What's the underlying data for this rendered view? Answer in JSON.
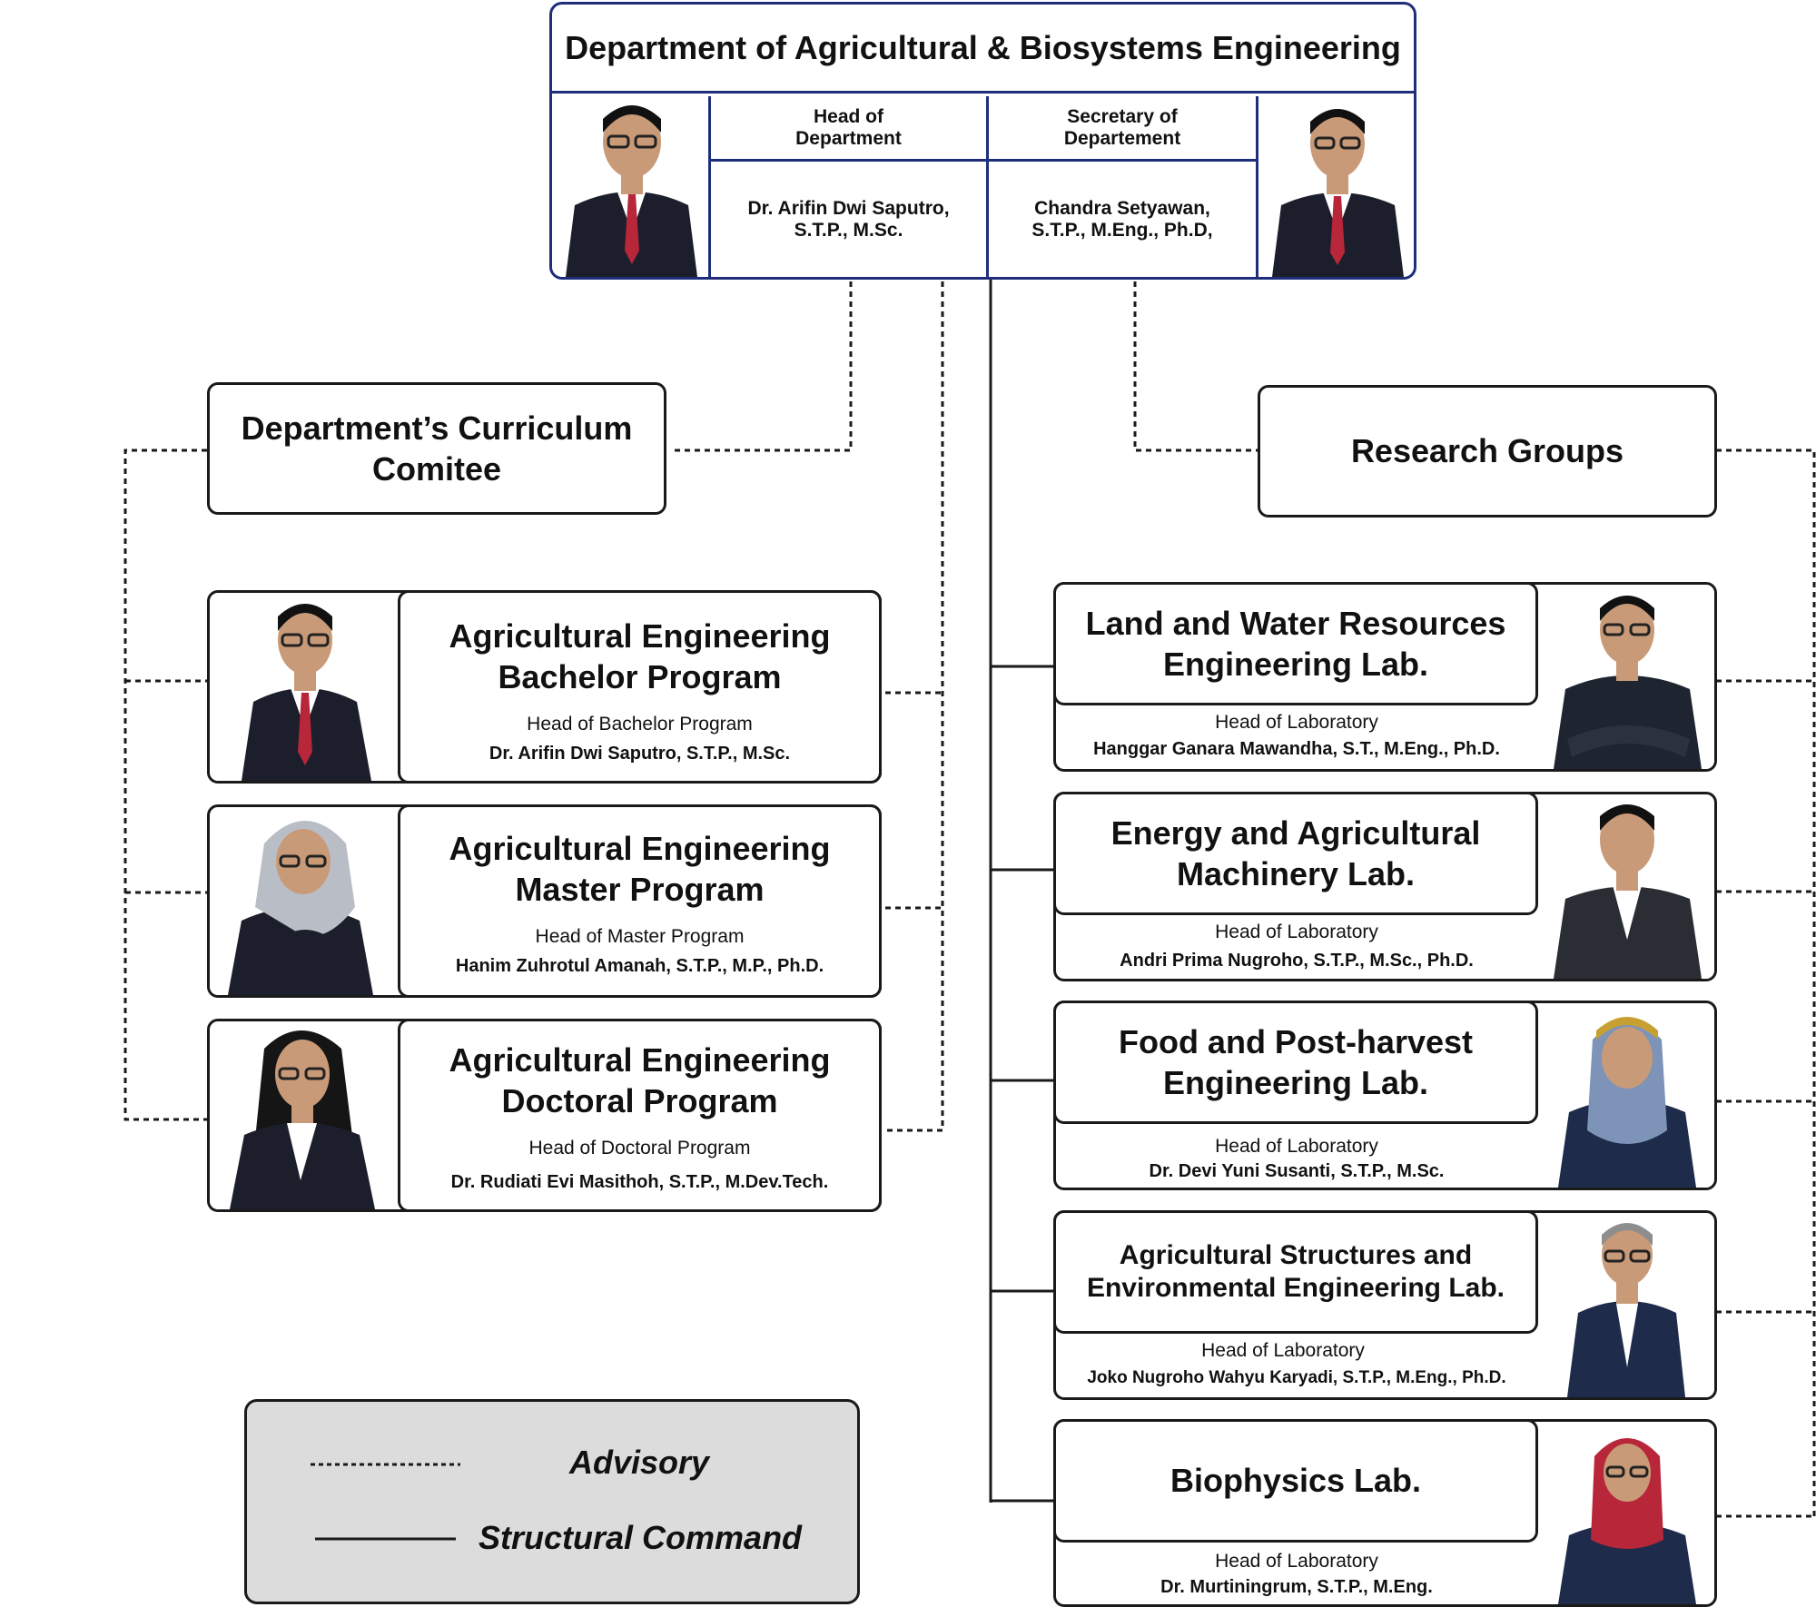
{
  "department": {
    "title": "Department of Agricultural & Biosystems Engineering",
    "head": {
      "role": "Head of Department",
      "name": "Dr. Arifin Dwi Saputro, S.T.P., M.Sc."
    },
    "secretary": {
      "role": "Secretary of Departement",
      "name": "Chandra Setyawan, S.T.P., M.Eng., Ph.D,"
    }
  },
  "curriculum_committee": {
    "title": "Department’s Curriculum Comitee"
  },
  "research_groups": {
    "title": "Research Groups"
  },
  "programs": [
    {
      "title": "Agricultural Engineering Bachelor Program",
      "role": "Head of Bachelor Program",
      "name": "Dr. Arifin Dwi Saputro, S.T.P., M.Sc."
    },
    {
      "title": "Agricultural Engineering Master Program",
      "role": "Head of Master Program",
      "name": "Hanim Zuhrotul Amanah, S.T.P., M.P., Ph.D."
    },
    {
      "title": "Agricultural Engineering Doctoral Program",
      "role": "Head of Doctoral Program",
      "name": "Dr. Rudiati Evi Masithoh, S.T.P., M.Dev.Tech."
    }
  ],
  "labs": [
    {
      "title": "Land and Water Resources Engineering Lab.",
      "role": "Head of Laboratory",
      "name": "Hanggar Ganara Mawandha, S.T., M.Eng., Ph.D."
    },
    {
      "title": "Energy and Agricultural Machinery Lab.",
      "role": "Head of Laboratory",
      "name": "Andri Prima Nugroho, S.T.P., M.Sc., Ph.D."
    },
    {
      "title": "Food and Post-harvest Engineering Lab.",
      "role": "Head of Laboratory",
      "name": "Dr. Devi Yuni Susanti, S.T.P., M.Sc."
    },
    {
      "title": "Agricultural Structures and Environmental Engineering Lab.",
      "role": "Head of Laboratory",
      "name": "Joko Nugroho Wahyu Karyadi, S.T.P., M.Eng., Ph.D."
    },
    {
      "title": "Biophysics Lab.",
      "role": "Head of Laboratory",
      "name": "Dr. Murtiningrum, S.T.P., M.Eng."
    }
  ],
  "legend": {
    "advisory": "Advisory",
    "structural": "Structural Command"
  },
  "colors": {
    "top_border": "#1f2e7a",
    "line": "#1a1a1a",
    "legend_bg": "#dcdcdc",
    "suit": "#1c1f2b",
    "tie": "#b8263a",
    "skin": "#c99a78"
  }
}
